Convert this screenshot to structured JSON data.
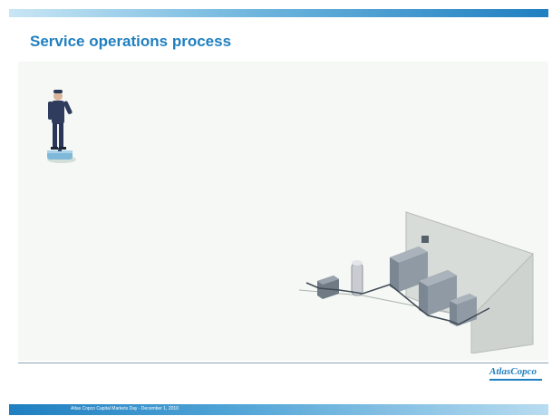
{
  "slide": {
    "title": "Service operations process",
    "footer": "Atlas Copco Capital Markets Day - December 1, 2010"
  },
  "logo": {
    "text": "AtlasCopco",
    "icon": "atlas-copco-logo"
  },
  "illustrations": {
    "worker": "service-technician-icon",
    "plant": "compressor-room-icon"
  },
  "colors": {
    "accent": "#1f7fc0",
    "background": "#f5f8f5",
    "top_bar_start": "#c8e6f5",
    "bottom_bar_start": "#1f7fc0"
  }
}
